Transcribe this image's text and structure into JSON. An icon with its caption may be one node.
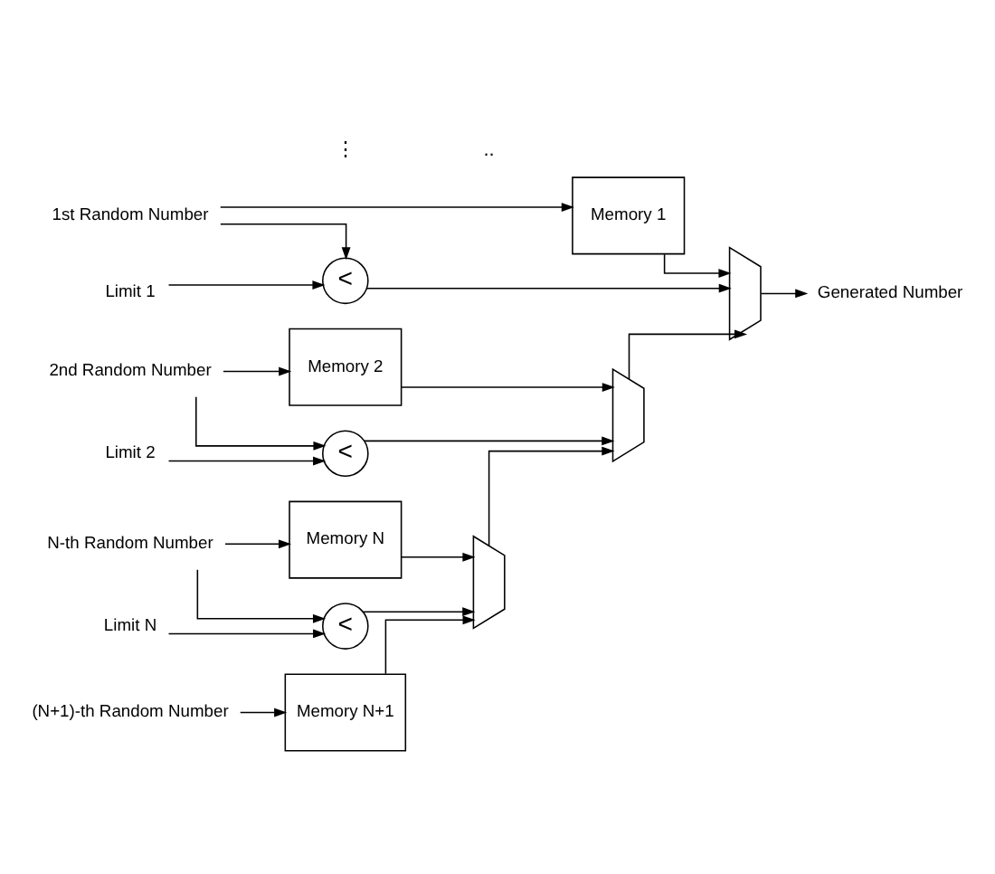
{
  "diagram": {
    "nodes": [
      {
        "text": [
          "1st Random Number"
        ]
      },
      {
        "text": [
          "Memory 1"
        ]
      },
      {
        "text": [
          "<"
        ]
      },
      {
        "text": [
          "Limit 1"
        ]
      },
      {
        "text": [],
        "shape": "trapezoid"
      },
      {
        "text": [
          "Generated Number"
        ]
      },
      {
        "text": [
          "2nd Random Number"
        ]
      },
      {
        "text": [
          "Memory 2"
        ]
      },
      {
        "text": [
          "Limit 2"
        ]
      },
      {
        "text": [
          "<"
        ]
      },
      {
        "text": [],
        "shape": "trapezoid"
      },
      {
        "text": [
          "N-th Random Number"
        ]
      },
      {
        "text": [
          "Memory N"
        ]
      },
      {
        "text": [
          "Limit N"
        ]
      },
      {
        "text": [
          "<"
        ]
      },
      {
        "text": [],
        "shape": "trapezoid"
      },
      {
        "text": [
          "(N+1)-th Random Number"
        ]
      },
      {
        "text": [
          "Memory N+1"
        ]
      }
    ],
    "edges": [
      {
        "from": 0,
        "to": 1,
        "arrow": "to"
      },
      {
        "from": 0,
        "to": 2,
        "arrow": "to"
      },
      {
        "from": 3,
        "to": 2,
        "arrow": "to"
      },
      {
        "from": 2,
        "to": 4,
        "arrow": "to"
      },
      {
        "from": 1,
        "to": 4,
        "arrow": "to"
      },
      {
        "from": 4,
        "to": 5,
        "arrow": "to"
      },
      {
        "from": 6,
        "to": 7,
        "arrow": "to"
      },
      {
        "from": 6,
        "to": 9,
        "arrow": "to"
      },
      {
        "from": 8,
        "to": 9,
        "arrow": "to"
      },
      {
        "from": 9,
        "to": 10,
        "arrow": "to"
      },
      {
        "from": 7,
        "to": 10,
        "arrow": "to"
      },
      {
        "from": 10,
        "to": 4,
        "arrow": "to"
      },
      {
        "from": 11,
        "to": 12,
        "arrow": "to"
      },
      {
        "from": 11,
        "to": 14,
        "arrow": "to"
      },
      {
        "from": 13,
        "to": 14,
        "arrow": "to"
      },
      {
        "from": 14,
        "to": 15,
        "arrow": "to"
      },
      {
        "from": 12,
        "to": 15,
        "arrow": "to"
      },
      {
        "from": 16,
        "to": 17,
        "arrow": "to"
      },
      {
        "from": 17,
        "to": 15,
        "arrow": "to"
      },
      {
        "from": 15,
        "to": 10,
        "arrow": "to"
      }
    ],
    "labels": [
      "⋮",
      ".."
    ]
  }
}
